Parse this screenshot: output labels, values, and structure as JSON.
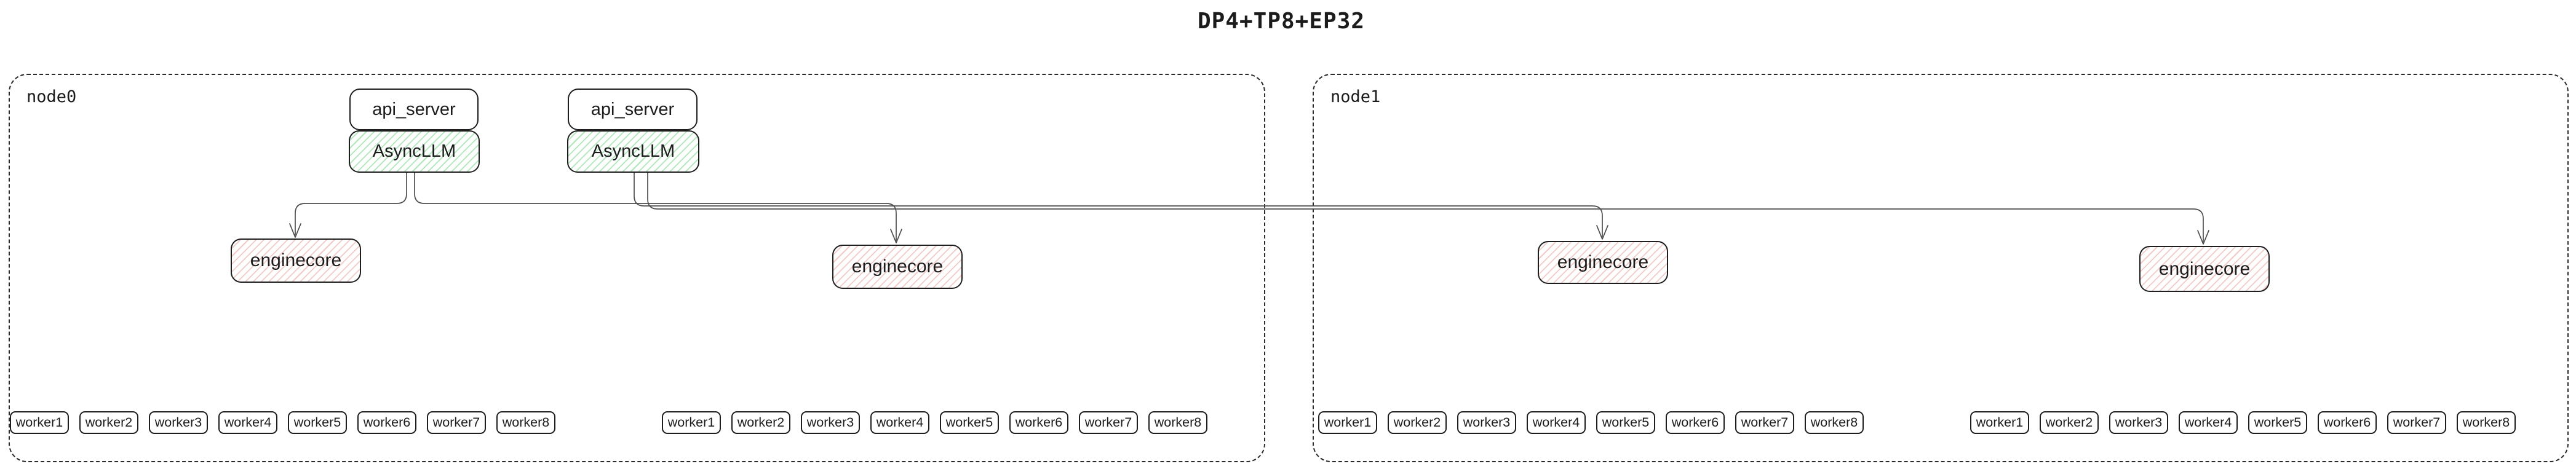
{
  "title": "DP4+TP8+EP32",
  "nodes": [
    {
      "label": "node0",
      "api_server_groups": [
        {
          "api_server": "api_server",
          "async_llm": "AsyncLLM"
        },
        {
          "api_server": "api_server",
          "async_llm": "AsyncLLM"
        }
      ],
      "enginecores": [
        {
          "label": "enginecore"
        },
        {
          "label": "enginecore"
        }
      ],
      "worker_groups": [
        [
          "worker1",
          "worker2",
          "worker3",
          "worker4",
          "worker5",
          "worker6",
          "worker7",
          "worker8"
        ],
        [
          "worker1",
          "worker2",
          "worker3",
          "worker4",
          "worker5",
          "worker6",
          "worker7",
          "worker8"
        ]
      ]
    },
    {
      "label": "node1",
      "api_server_groups": [],
      "enginecores": [
        {
          "label": "enginecore"
        },
        {
          "label": "enginecore"
        }
      ],
      "worker_groups": [
        [
          "worker1",
          "worker2",
          "worker3",
          "worker4",
          "worker5",
          "worker6",
          "worker7",
          "worker8"
        ],
        [
          "worker1",
          "worker2",
          "worker3",
          "worker4",
          "worker5",
          "worker6",
          "worker7",
          "worker8"
        ]
      ]
    }
  ],
  "edges": [
    {
      "from": "node0.AsyncLLM.1",
      "to": "node0.enginecore.1",
      "arrow": "open-v"
    },
    {
      "from": "node0.AsyncLLM.1",
      "to": "node0.enginecore.2",
      "arrow": "open-v"
    },
    {
      "from": "node0.AsyncLLM.2",
      "to": "node1.enginecore.1",
      "arrow": "open-v"
    },
    {
      "from": "node0.AsyncLLM.2",
      "to": "node1.enginecore.2",
      "arrow": "open-v"
    }
  ],
  "colors": {
    "background": "#ffffff",
    "box_border": "#1e1e1e",
    "node_border": "#2b2b2b",
    "green_hatch": "#abe9b6",
    "red_hatch": "#f6c9c4",
    "edge": "#4d4d4d",
    "text": "#1c1c1c"
  }
}
